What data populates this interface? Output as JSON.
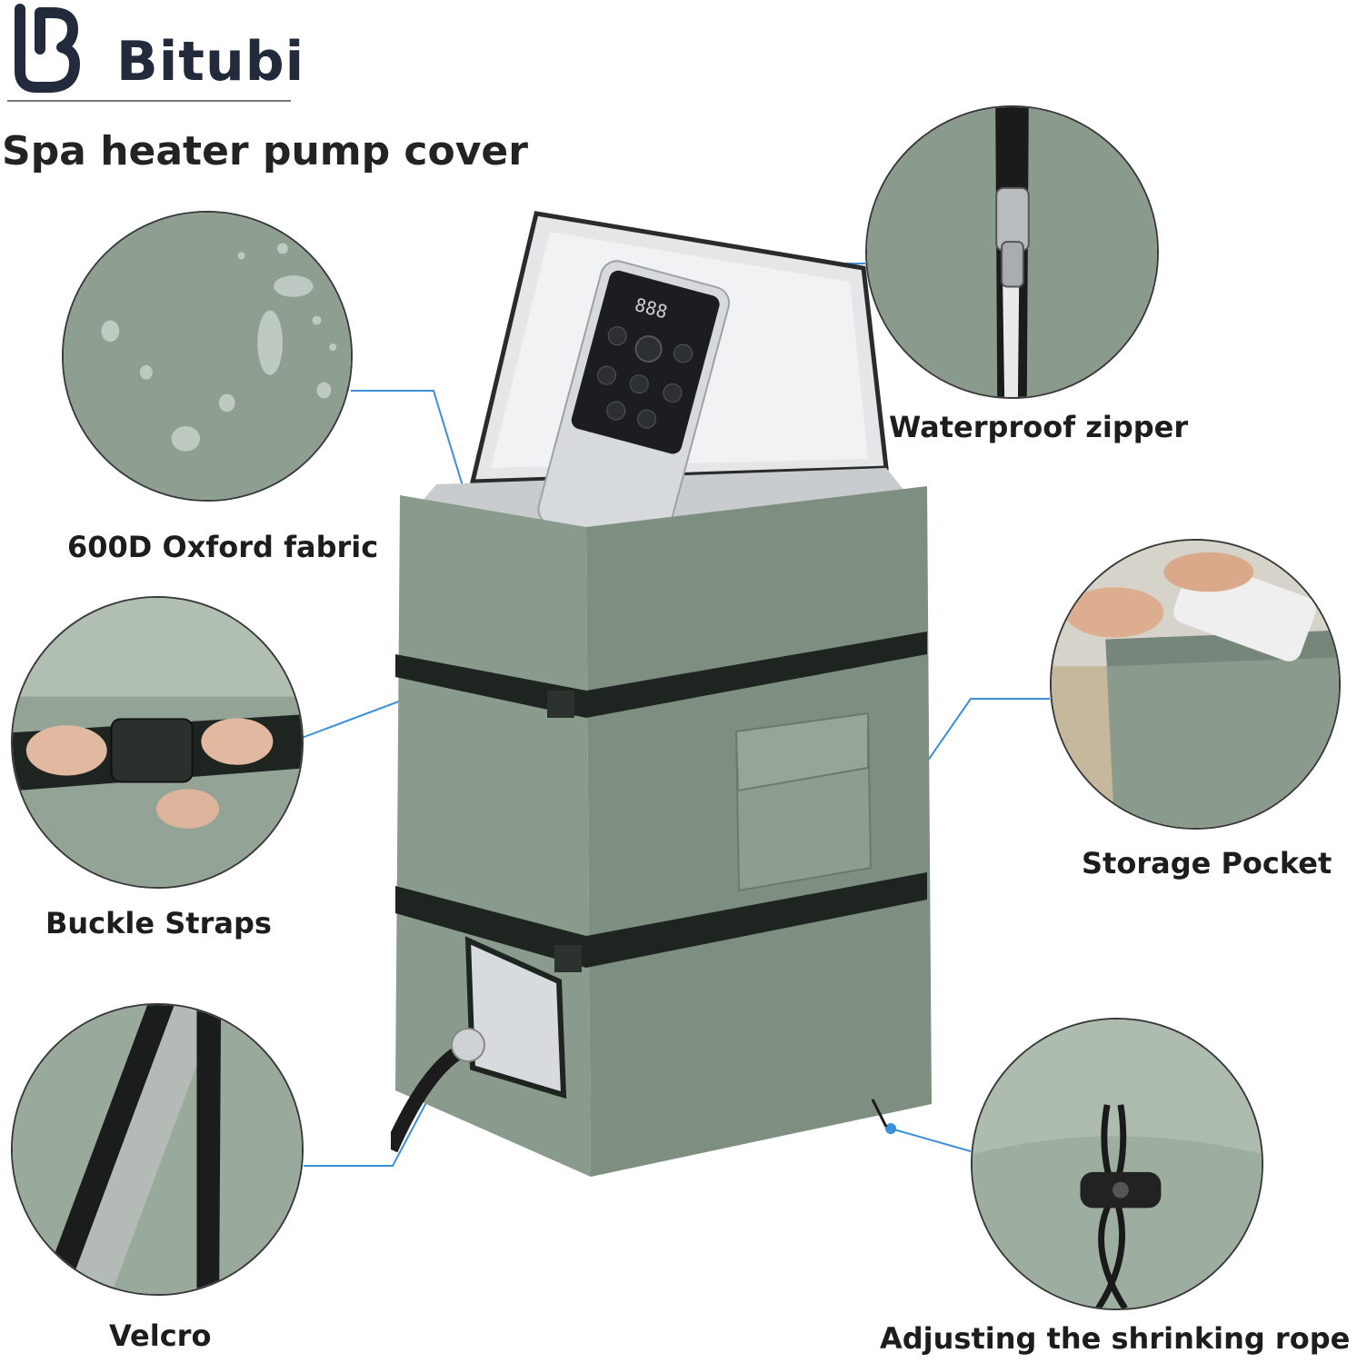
{
  "brand": {
    "name": "Bitubi",
    "logo_icon": "bitubi-logo-icon"
  },
  "product": {
    "title": "Spa heater pump cover",
    "control_display": "888",
    "colors": {
      "fabric": "#8a9a8c",
      "fabric_dark": "#76867a",
      "strap": "#1e2420",
      "lining": "#dcdedf",
      "callout_line": "#3b8fd8"
    }
  },
  "features": [
    {
      "id": "fabric",
      "label": "600D Oxford fabric",
      "icon": "water-droplets-icon"
    },
    {
      "id": "zipper",
      "label": "Waterproof zipper",
      "icon": "zipper-icon"
    },
    {
      "id": "buckle",
      "label": "Buckle Straps",
      "icon": "buckle-icon"
    },
    {
      "id": "pocket",
      "label": "Storage Pocket",
      "icon": "pocket-icon"
    },
    {
      "id": "velcro",
      "label": "Velcro",
      "icon": "velcro-icon"
    },
    {
      "id": "rope",
      "label": "Adjusting the shrinking rope",
      "icon": "drawstring-icon"
    }
  ]
}
